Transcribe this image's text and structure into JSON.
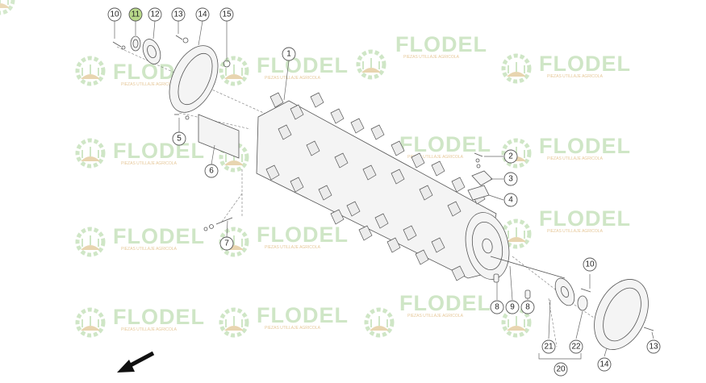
{
  "watermark": {
    "brand": "FLODEL",
    "tagline": "PIEZAS UTILLAJE AGRICOLA"
  },
  "callouts": [
    {
      "id": "c10a",
      "label": "10",
      "highlight": false
    },
    {
      "id": "c11",
      "label": "11",
      "highlight": true
    },
    {
      "id": "c12",
      "label": "12",
      "highlight": false
    },
    {
      "id": "c13a",
      "label": "13",
      "highlight": false
    },
    {
      "id": "c14a",
      "label": "14",
      "highlight": false
    },
    {
      "id": "c15",
      "label": "15",
      "highlight": false
    },
    {
      "id": "c1",
      "label": "1",
      "highlight": false
    },
    {
      "id": "c5",
      "label": "5",
      "highlight": false
    },
    {
      "id": "c6",
      "label": "6",
      "highlight": false
    },
    {
      "id": "c7",
      "label": "7",
      "highlight": false
    },
    {
      "id": "c2",
      "label": "2",
      "highlight": false
    },
    {
      "id": "c3",
      "label": "3",
      "highlight": false
    },
    {
      "id": "c4",
      "label": "4",
      "highlight": false
    },
    {
      "id": "c10b",
      "label": "10",
      "highlight": false
    },
    {
      "id": "c8a",
      "label": "8",
      "highlight": false
    },
    {
      "id": "c9",
      "label": "9",
      "highlight": false
    },
    {
      "id": "c8b",
      "label": "8",
      "highlight": false
    },
    {
      "id": "c21",
      "label": "21",
      "highlight": false
    },
    {
      "id": "c22",
      "label": "22",
      "highlight": false
    },
    {
      "id": "c14b",
      "label": "14",
      "highlight": false
    },
    {
      "id": "c13b",
      "label": "13",
      "highlight": false
    },
    {
      "id": "c20",
      "label": "20",
      "highlight": false
    }
  ]
}
